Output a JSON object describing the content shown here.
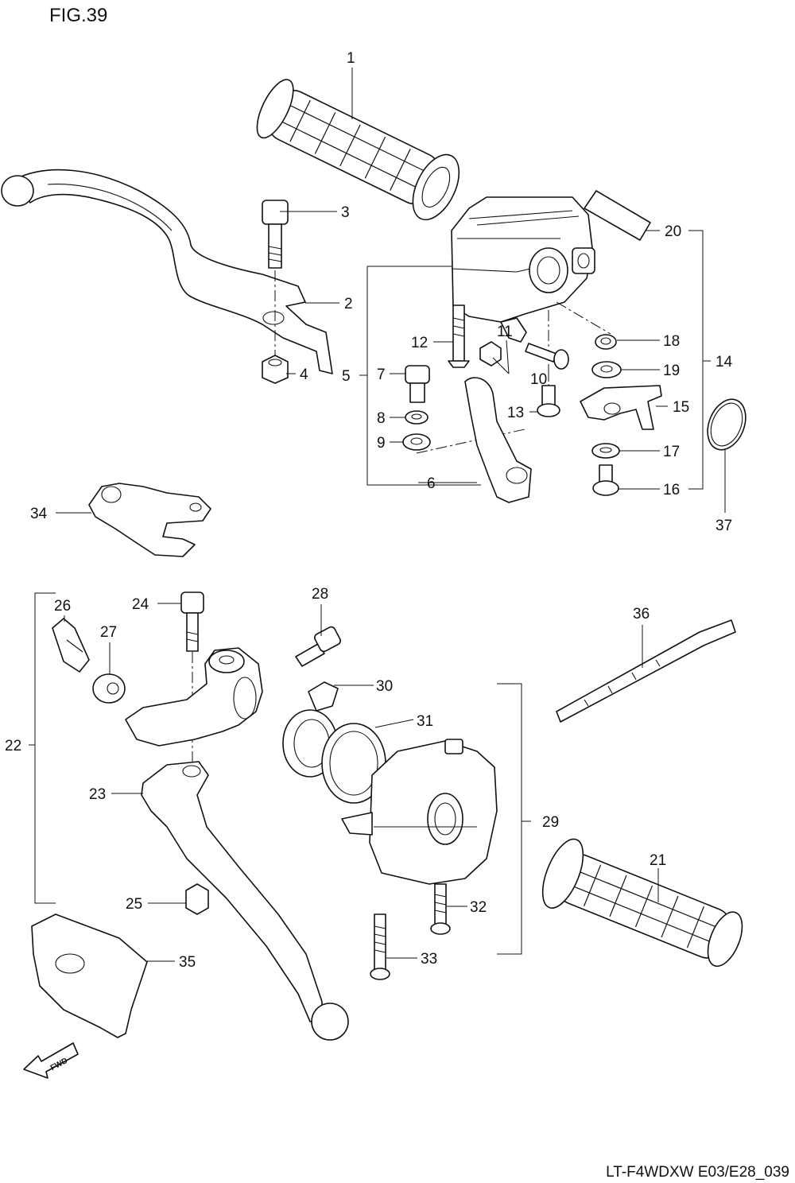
{
  "figure": {
    "title": "FIG.39",
    "footer": "LT-F4WDXW E03/E28_039",
    "direction_marker": "FWD"
  },
  "callouts": [
    "1",
    "2",
    "3",
    "4",
    "5",
    "6",
    "7",
    "8",
    "9",
    "10",
    "11",
    "12",
    "13",
    "14",
    "15",
    "16",
    "17",
    "18",
    "19",
    "20",
    "21",
    "22",
    "23",
    "24",
    "25",
    "26",
    "27",
    "28",
    "29",
    "30",
    "31",
    "32",
    "33",
    "34",
    "35",
    "36",
    "37"
  ]
}
